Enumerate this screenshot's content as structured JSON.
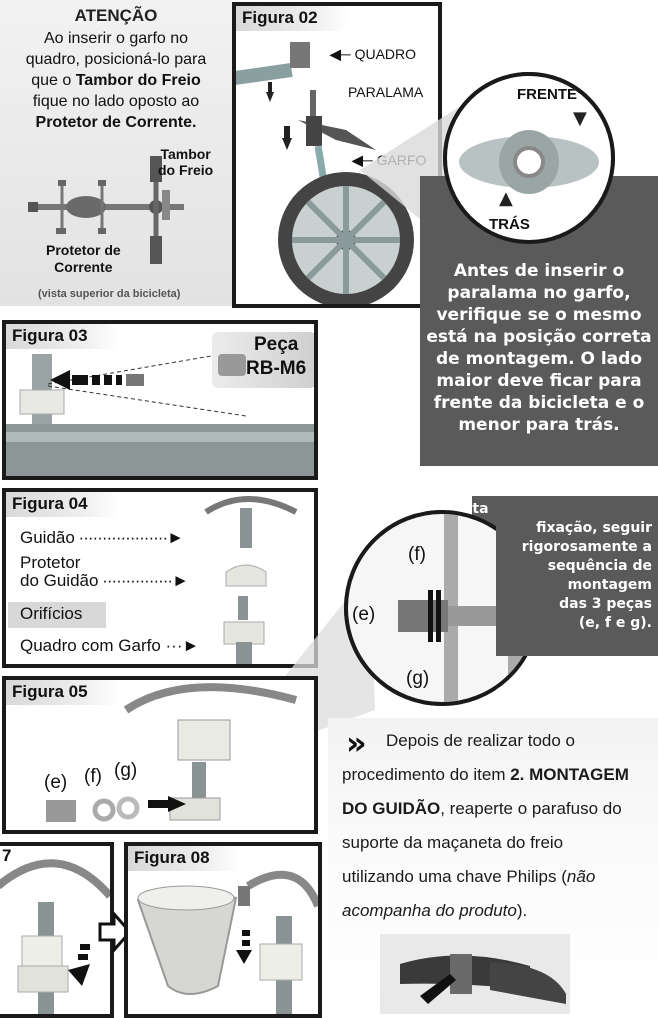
{
  "attention": {
    "title": "ATENÇÃO",
    "line1": "Ao inserir o garfo no",
    "line2": "quadro, posicioná-lo para",
    "line3_pre": "que o ",
    "line3_bold": "Tambor do Freio",
    "line4": "fique no lado oposto ao",
    "line5_bold": "Protetor de Corrente.",
    "label_drum_1": "Tambor",
    "label_drum_2": "do Freio",
    "label_guard_1": "Protetor de",
    "label_guard_2": "Corrente",
    "caption": "(vista superior da bicicleta)"
  },
  "fig02": {
    "title": "Figura 02",
    "label_frame": "QUADRO",
    "label_fender": "PARALAMA",
    "label_fork": "GARFO",
    "label_front": "FRENTE",
    "label_back": "TRÁS",
    "note": [
      "Antes de inserir o",
      "paralama no garfo,",
      "verifique se o mesmo",
      "está na posição correta",
      "de montagem. O lado",
      "maior deve ficar para",
      "frente da bicicleta e o",
      "menor para trás."
    ]
  },
  "fig03": {
    "title": "Figura 03",
    "part_1": "Peça",
    "part_2": "RB-M6"
  },
  "fig04": {
    "title": "Figura 04",
    "label_handlebar": "Guidão",
    "label_protector_1": "Protetor",
    "label_protector_2": "do Guidão",
    "label_holes": "Orifícios",
    "label_frame_fork": "Quadro com Garfo"
  },
  "fixation": {
    "e": "(e)",
    "f": "(f)",
    "g": "(g)",
    "note": [
      "Para uma correta",
      "fixação, seguir",
      "rigorosamente a",
      "sequência de",
      "montagem",
      "das 3 peças"
    ],
    "note_last": "(e, f e g)."
  },
  "fig05": {
    "title": "Figura 05",
    "e": "(e)",
    "f": "(f)",
    "g": "(g)"
  },
  "instruction": {
    "l1": "Depois de realizar todo o",
    "l2_pre": "procedimento do item ",
    "l2_bold": "2. MONTAGEM",
    "l3_bold": "DO GUIDÃO",
    "l3_post": ", reaperte o parafuso do",
    "l4": "suporte da maçaneta do freio",
    "l5_pre": "utilizando uma chave Philips (",
    "l5_italic": "não",
    "l6_italic": "acompanha do produto",
    "l6_post": ")."
  },
  "fig07": {
    "title_fragment": "7"
  },
  "fig08": {
    "title": "Figura 08"
  },
  "colors": {
    "dark_box": "#5a5a5a",
    "border": "#1a1a1a",
    "light_panel": "#e6e6e6"
  }
}
